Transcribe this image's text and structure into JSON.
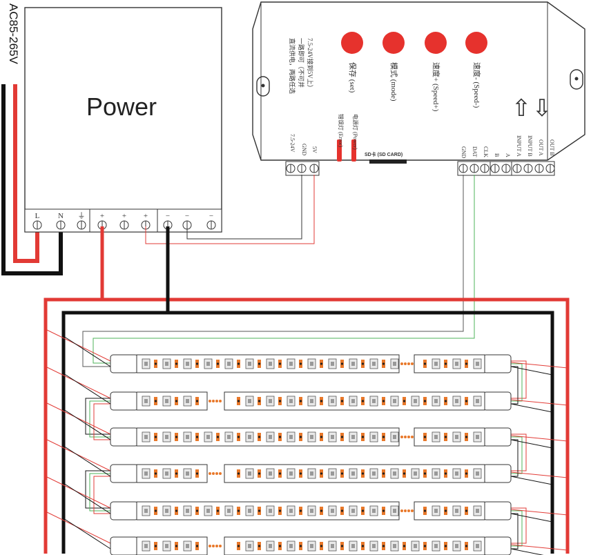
{
  "ac_label": "AC85-265V",
  "power_supply": {
    "title": "Power",
    "terminals": [
      "L",
      "N",
      "⏚",
      "+",
      "+",
      "+",
      "−",
      "−",
      "−"
    ]
  },
  "controller": {
    "note_lines": [
      "直流供电，两路任选",
      "一路即可（不可并",
      "7.5-24V接到5V上）"
    ],
    "buttons": [
      {
        "label": "保存 (set)"
      },
      {
        "label": "模式 (mode)"
      },
      {
        "label": "速度+ (Speed+)"
      },
      {
        "label": "速度- (Speed-)"
      }
    ],
    "power_terminals": [
      "7.5-24V",
      "GND",
      "5V"
    ],
    "leds": [
      "错误灯 (Error)",
      "电源灯 (Power)"
    ],
    "sd_label": "SD卡 (SD CARD)",
    "data_terminals": [
      "GND",
      "DAT",
      "CLK",
      "B",
      "A",
      "INPUT A",
      "INPUT B",
      "OUT A",
      "OUT B"
    ],
    "arrow_up": "⇧",
    "arrow_down": "⇩"
  },
  "colors": {
    "red_wire": "#e23a35",
    "black_wire": "#111111",
    "green_wire": "#4db35a",
    "button": "#e6322d",
    "strip_led": "#e8782a"
  }
}
